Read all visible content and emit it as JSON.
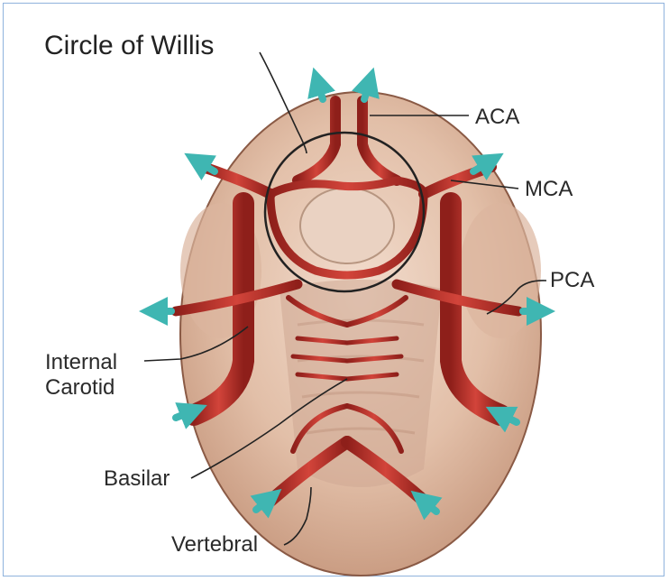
{
  "title": "Circle of Willis",
  "labels": {
    "aca": "ACA",
    "mca": "MCA",
    "pca": "PCA",
    "internal_line1": "Internal",
    "internal_line2": "Carotid",
    "basilar": "Basilar",
    "vertebral": "Vertebral"
  },
  "colors": {
    "brain": "#e2bfa8",
    "brain_edge": "#8a5a45",
    "artery": "#b8322b",
    "arrow": "#3fb6b2",
    "frame_border": "#8fb3dd"
  }
}
